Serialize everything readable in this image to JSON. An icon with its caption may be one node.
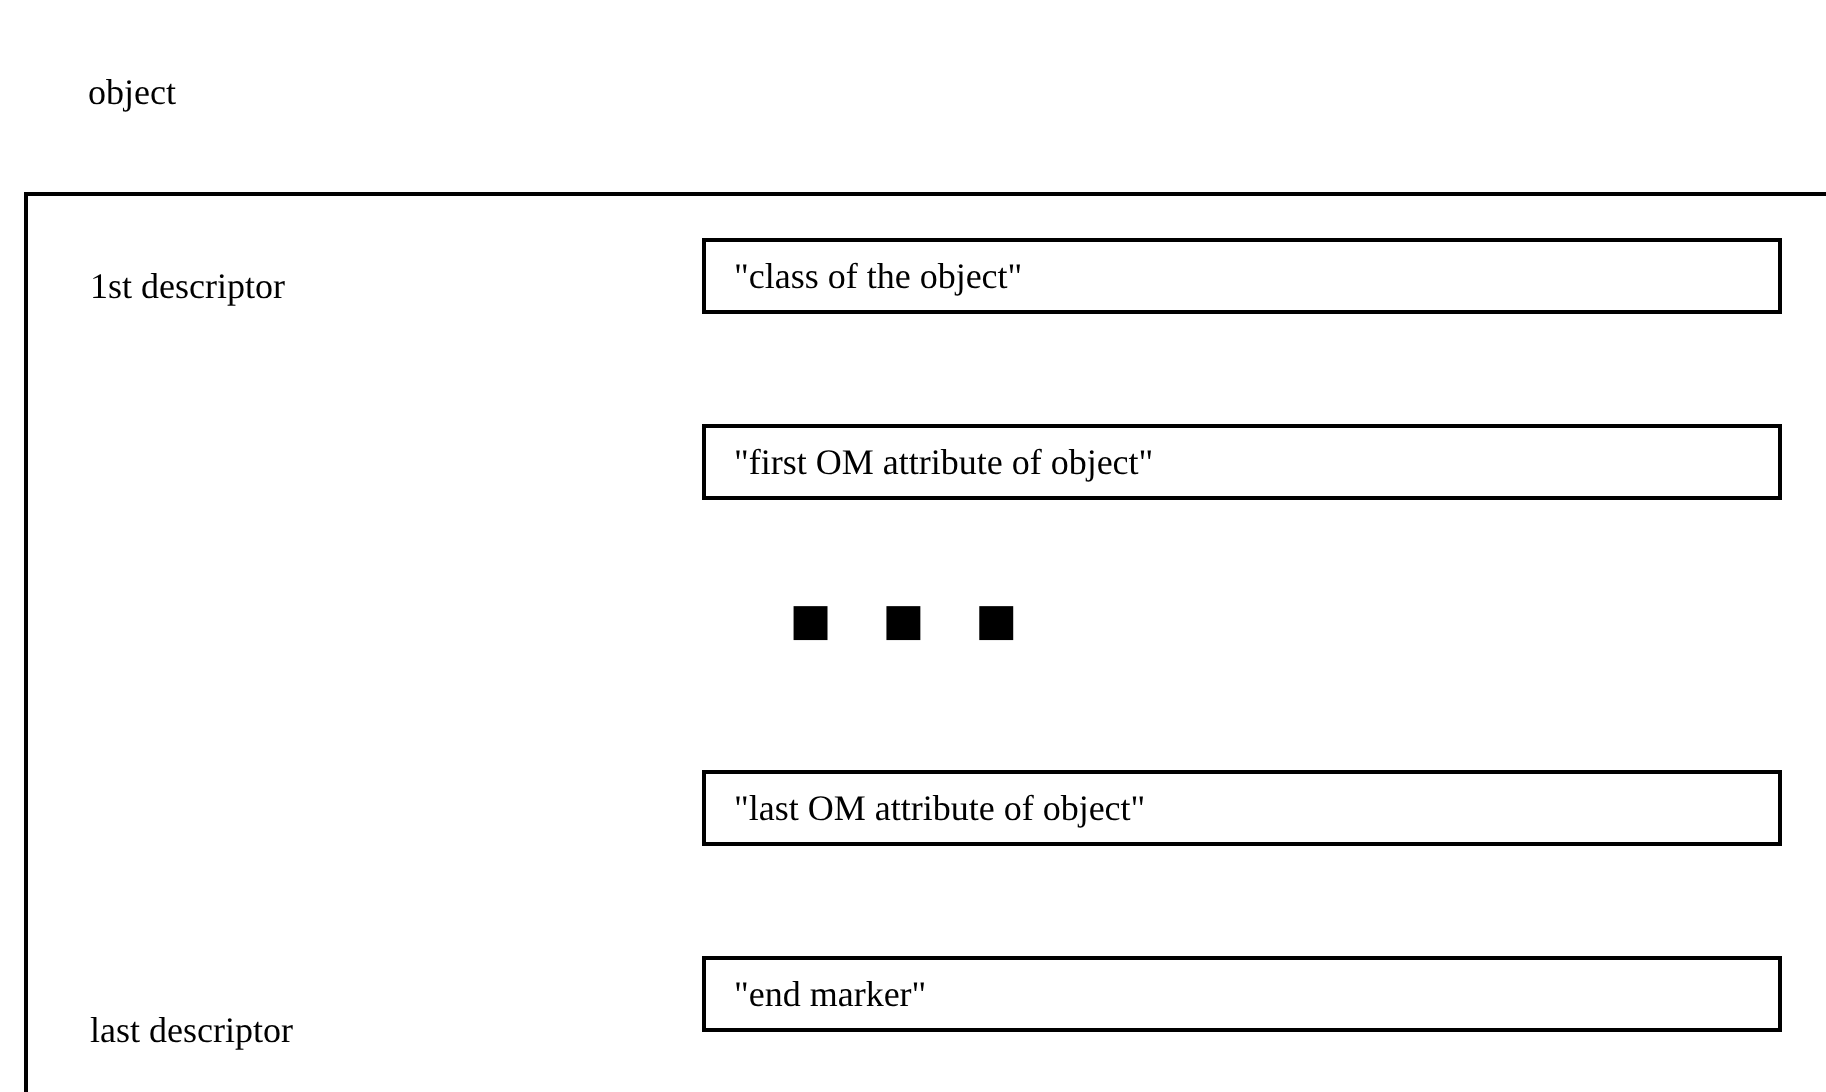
{
  "diagram": {
    "nodes": [
      {
        "text": [
          "object"
        ]
      },
      {
        "text": [
          "\"class of the object\""
        ],
        "in": 0
      },
      {
        "text": [
          "\"first OM attribute of object\""
        ],
        "in": 0
      },
      {
        "text": [
          "\"last OM attribute of object\""
        ],
        "in": 0
      },
      {
        "text": [
          "\"end marker\""
        ],
        "in": 0
      }
    ],
    "labels": [
      "1st descriptor",
      "last descriptor"
    ]
  }
}
